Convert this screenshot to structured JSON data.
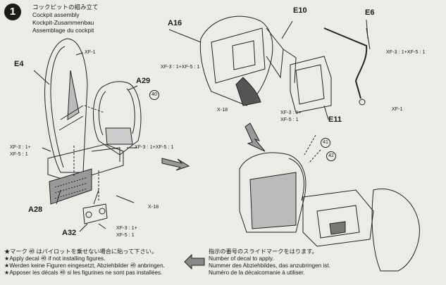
{
  "step": {
    "number": "1",
    "title_jp": "コックピットの組み立て",
    "title_en": "Cockpit assembly",
    "title_de": "Kockpit-Zusammenbau",
    "title_fr": "Assemblage du cockpit"
  },
  "parts": {
    "e4": "E4",
    "a29": "A29",
    "a28": "A28",
    "a32": "A32",
    "a16": "A16",
    "e10": "E10",
    "e6": "E6",
    "e11": "E11"
  },
  "paint": {
    "xf1_a": "XF-1",
    "xf1_b": "XF-1",
    "xf3_xf5_a": "XF-3 : 1+XF-5 : 1",
    "xf3_xf5_b": "XF-3 : 1+XF-5 : 1",
    "xf3_xf5_c": "XF-3 : 1+XF-5 : 1",
    "xf3_split_a1": "XF-3 : 1+",
    "xf3_split_a2": "XF-5 : 1",
    "xf3_split_b1": "XF-3 : 1+",
    "xf3_split_b2": "XF-5 : 1",
    "xf3_split_c1": "XF-3 : 1+",
    "xf3_split_c2": "XF-5 : 1",
    "x18_a": "X-18",
    "x18_b": "X-18"
  },
  "decals": {
    "d40": "40",
    "d41": "41",
    "d42": "42"
  },
  "notes_left": [
    "★マーク ㊵ はパイロットを乗せない場合に貼って下さい。",
    "★Apply decal ㊵ if not installing figures.",
    "★Werden keine Figuren eingesetzt, Abziehbilder ㊵ anbringen.",
    "★Apposer les décals ㊵ si les figurines ne sont pas installées."
  ],
  "notes_right": [
    "指示の番号のスライドマークをはります。",
    "Number of decal to apply.",
    "Nummer des Abziehbildes, das anzubringen ist.",
    "Numéro de la décalcomanie à utiliser."
  ]
}
